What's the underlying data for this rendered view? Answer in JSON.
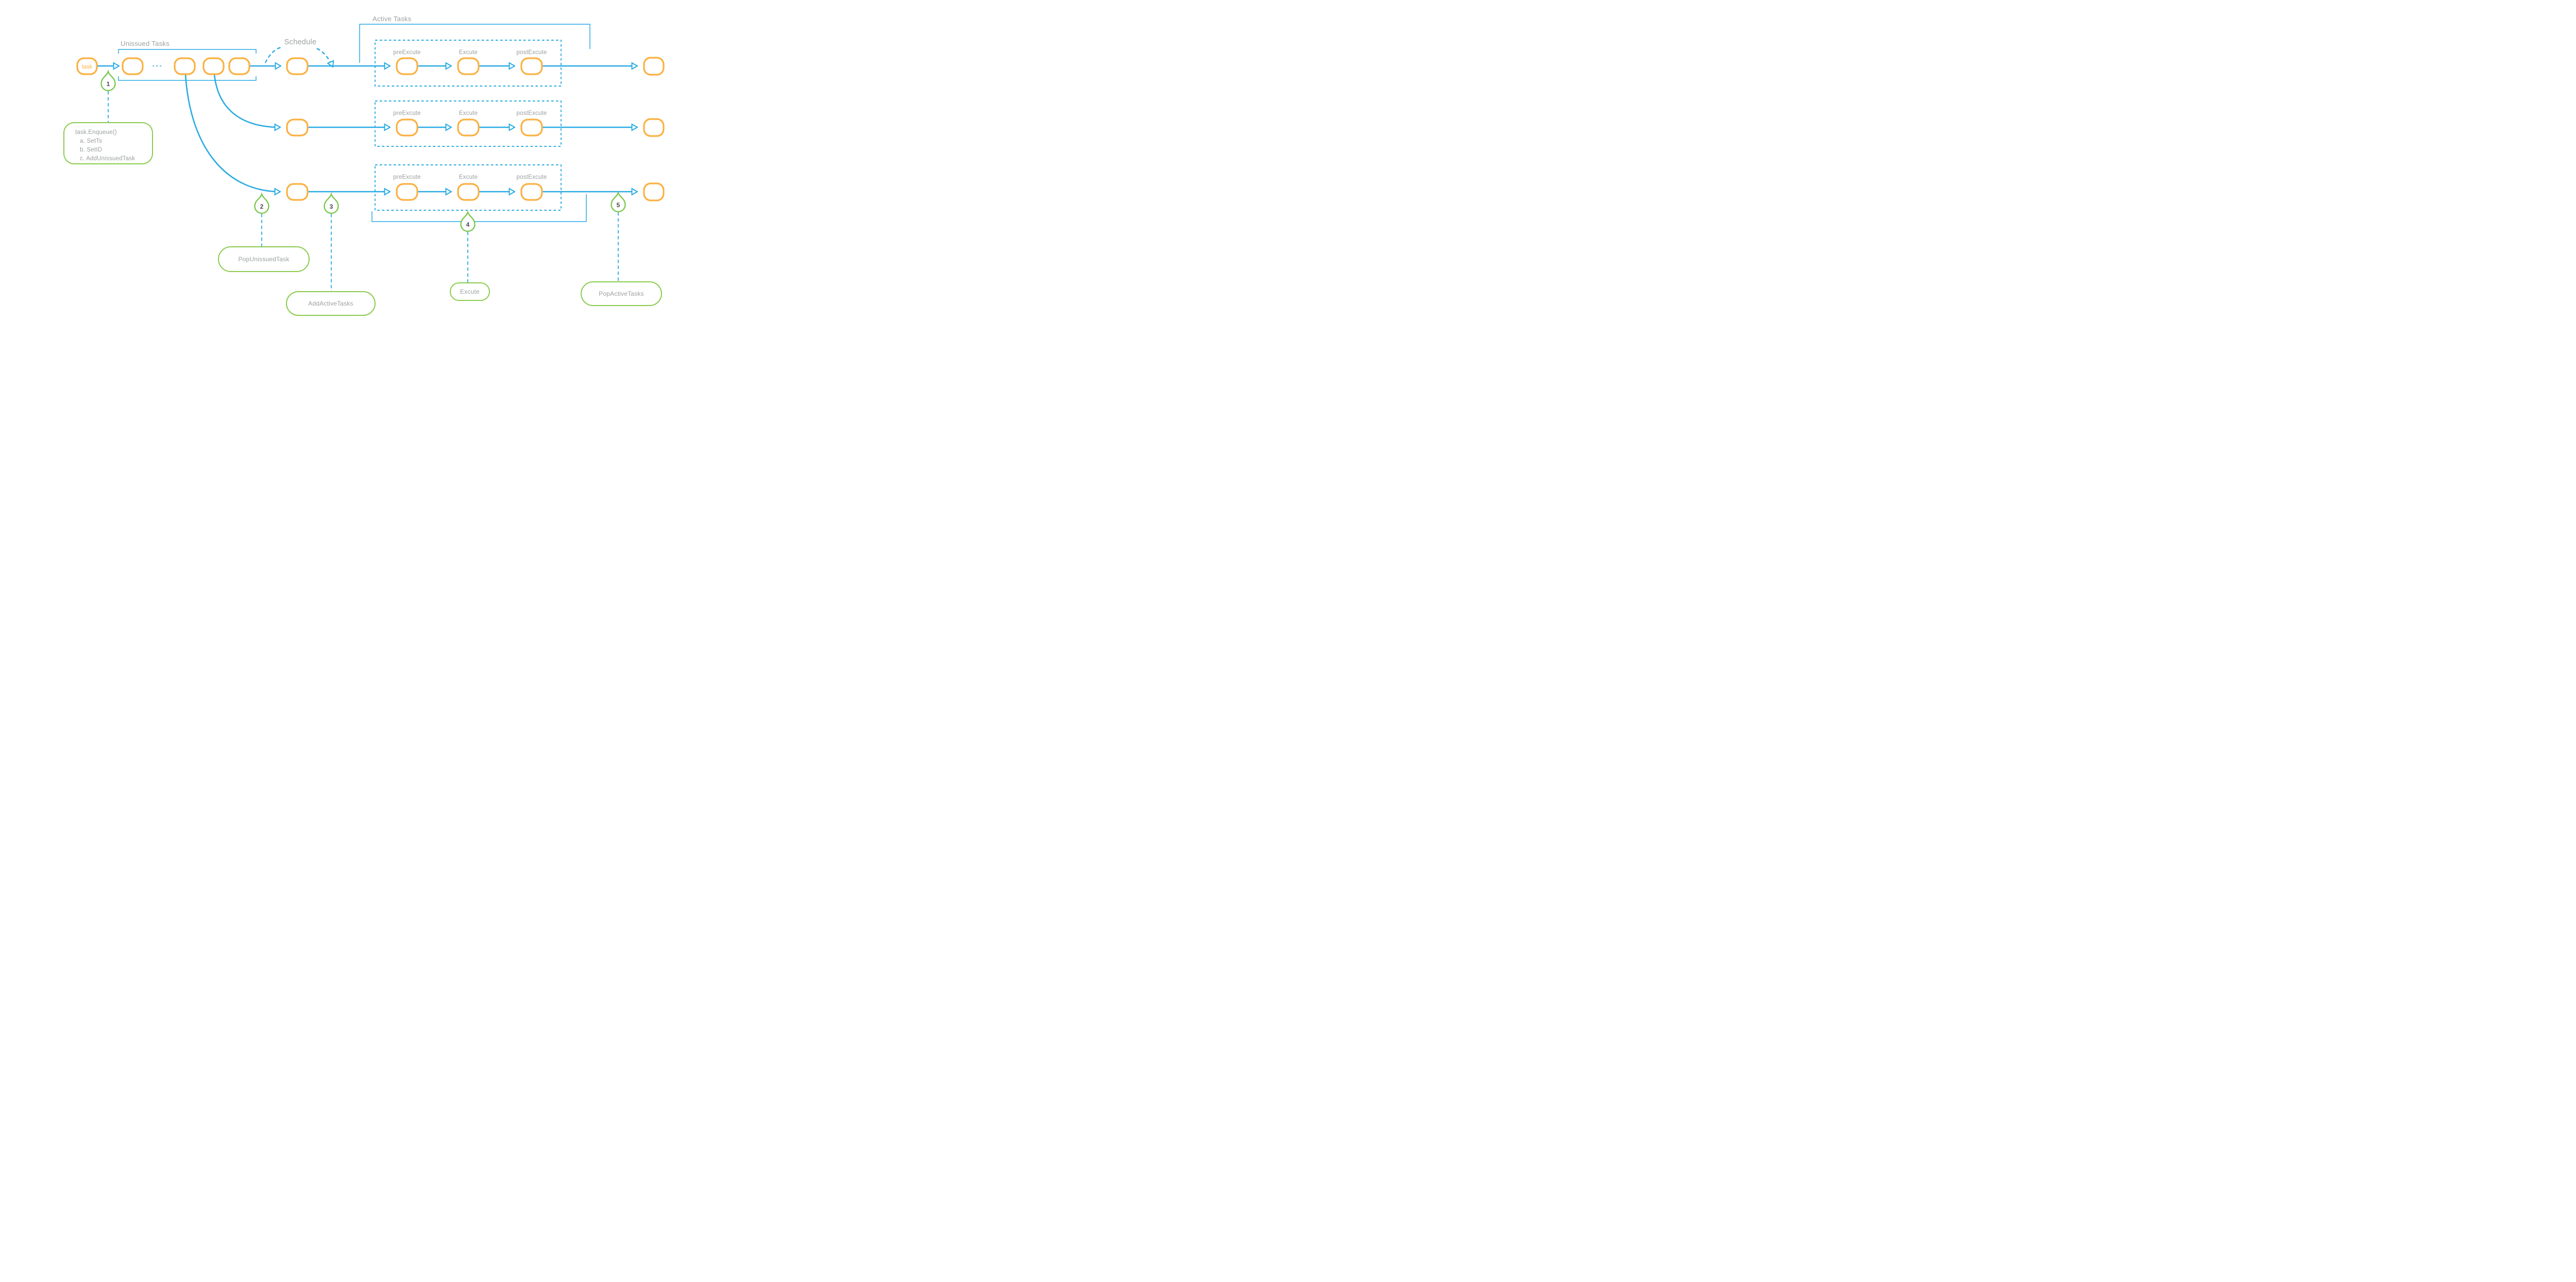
{
  "diagram": {
    "title_labels": {
      "unissued_tasks": "Unissued Tasks",
      "schedule": "Schedule",
      "active_tasks": "Active Tasks"
    },
    "task_label": "task",
    "queue_dots": "···",
    "step_labels": [
      "preExcute",
      "Excute",
      "postExcute"
    ],
    "markers": [
      {
        "number": "1",
        "note_lines": [
          "task.Enqueue()",
          "a. SetTs",
          "b. SetID",
          "c. AddUnissuedTask"
        ]
      },
      {
        "number": "2",
        "note": "PopUnissuedTask"
      },
      {
        "number": "3",
        "note": "AddActiveTasks"
      },
      {
        "number": "4",
        "note": "Excute"
      },
      {
        "number": "5",
        "note": "PopActiveTasks"
      }
    ],
    "colors": {
      "accent_blue": "#29ABE2",
      "node_orange": "#FBB040",
      "marker_green": "#7CC84F",
      "label_gray": "#9B9EA0",
      "number_gray": "#4A4A4A"
    }
  }
}
